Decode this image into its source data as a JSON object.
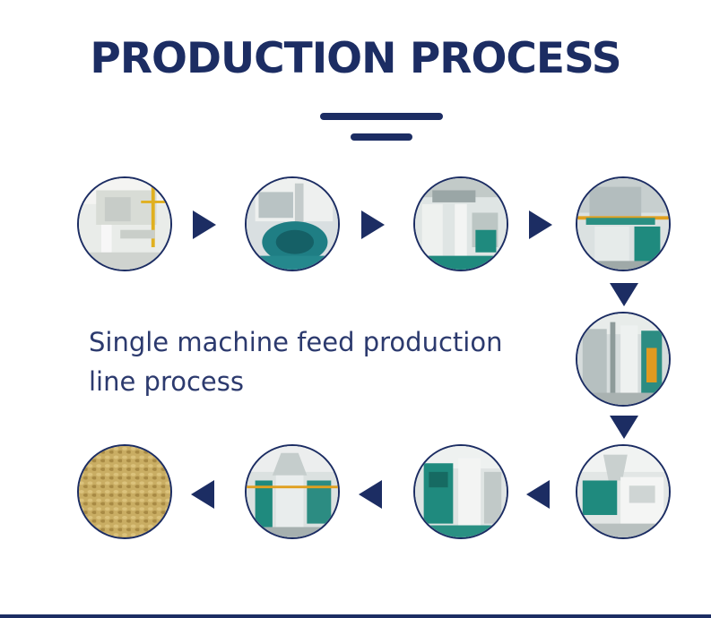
{
  "title": "PRODUCTION PROCESS",
  "subtitle_line1": "Single machine feed production",
  "subtitle_line2": "line process",
  "colors": {
    "navy": "#1c2d63",
    "machine_green": "#1f8a7e",
    "feed_gold": "#c9ad63"
  },
  "steps": [
    {
      "icon": "raw-material-intake-photo"
    },
    {
      "icon": "hammer-mill-motor-photo"
    },
    {
      "icon": "batching-system-photo"
    },
    {
      "icon": "mixer-platform-photo"
    },
    {
      "icon": "conveyor-elevator-photo"
    },
    {
      "icon": "pellet-mill-photo"
    },
    {
      "icon": "cooler-photo"
    },
    {
      "icon": "packing-silo-photo"
    },
    {
      "icon": "finished-feed-pellets-photo"
    }
  ]
}
